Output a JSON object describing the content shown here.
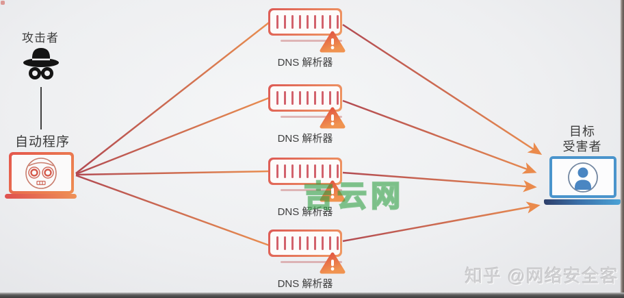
{
  "diagram": {
    "attacker": {
      "label": "攻击者",
      "icon": "spy-incognito-icon"
    },
    "bot": {
      "label": "自动程序",
      "icon": "bot-face-laptop-icon"
    },
    "resolvers": [
      {
        "label": "DNS 解析器",
        "icon": "dns-server-icon",
        "status_icon": "warning-triangle-icon"
      },
      {
        "label": "DNS 解析器",
        "icon": "dns-server-icon",
        "status_icon": "warning-triangle-icon"
      },
      {
        "label": "DNS 解析器",
        "icon": "dns-server-icon",
        "status_icon": "warning-triangle-icon"
      },
      {
        "label": "DNS 解析器",
        "icon": "dns-server-icon",
        "status_icon": "warning-triangle-icon"
      }
    ],
    "victim": {
      "label_line1": "目标",
      "label_line2": "受害者",
      "icon": "user-laptop-icon"
    },
    "flow": "attacker -> bot -> 4 DNS resolvers -> victim (amplification attack arrows)"
  },
  "watermarks": {
    "center": "吉云网",
    "bottom_right": "知乎 @网络安全客"
  },
  "colors": {
    "arrow_start": "#b24a52",
    "arrow_end": "#ea8f50",
    "arrowhead": "#ea8a4c",
    "server_border_start": "#dd5a55",
    "server_border_end": "#f09a62",
    "server_tick": "#d2616b",
    "warning_top": "#e0503f",
    "warning_bottom": "#f09350",
    "bot_laptop_red": "#e4564c",
    "victim_blue": "#4a94cc",
    "victim_base_dark": "#2e3f6a",
    "victim_base_light": "#4aa2d6",
    "watermark_green": "#2e9e42",
    "watermark_gray": "#d3d3d5",
    "text": "#3b3b3b",
    "background": "#eeeff1"
  }
}
